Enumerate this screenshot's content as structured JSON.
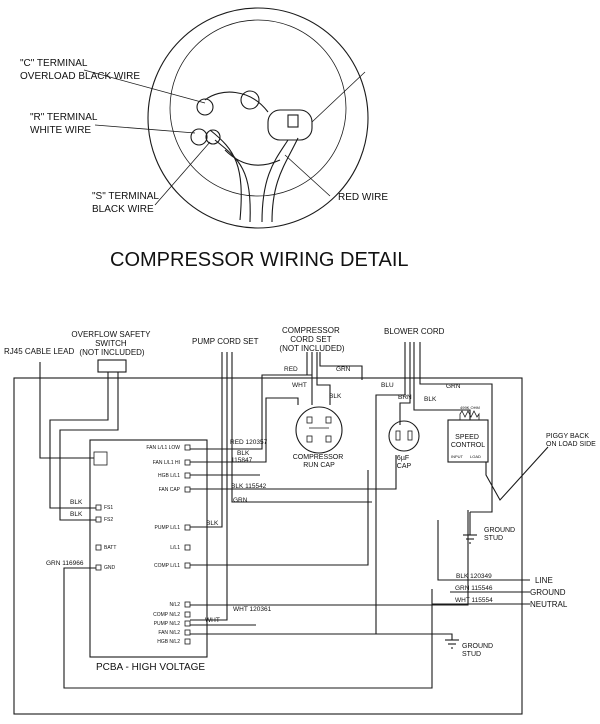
{
  "top": {
    "title": "COMPRESSOR WIRING DETAIL",
    "c_terminal": [
      "\"C\" TERMINAL",
      "OVERLOAD BLACK WIRE"
    ],
    "r_terminal": [
      "\"R\" TERMINAL",
      "WHITE WIRE"
    ],
    "s_terminal": [
      "\"S\" TERMINAL",
      "BLACK WIRE"
    ],
    "red_wire": "RED WIRE"
  },
  "bottom": {
    "rj45": "RJ45 CABLE LEAD",
    "overflow": [
      "OVERFLOW SAFETY",
      "SWITCH",
      "(NOT INCLUDED)"
    ],
    "pump_cord": "PUMP CORD SET",
    "comp_cord": [
      "COMPRESSOR",
      "CORD SET",
      "(NOT INCLUDED)"
    ],
    "blower_cord": "BLOWER CORD",
    "piggy": [
      "PIGGY BACK",
      "ON LOAD SIDE"
    ],
    "ground_stud_1": [
      "GROUND",
      "STUD"
    ],
    "ground_stud_2": [
      "GROUND",
      "STUD"
    ],
    "pcba": "PCBA - HIGH VOLTAGE",
    "run_cap": [
      "COMPRESSOR",
      "RUN CAP"
    ],
    "cap6": [
      "6µF",
      "CAP"
    ],
    "speed_control": [
      "SPEED",
      "CONTROL"
    ],
    "ohm": "499K OHM",
    "sc_input": "INPUT",
    "sc_load": "LOAD",
    "line": "LINE",
    "ground": "GROUND",
    "neutral": "NEUTRAL",
    "pcb_pins": [
      "FAN L/L1 LOW",
      "FAN L/L1 HI",
      "HGB L/L1",
      "FAN CAP",
      "FS1",
      "FS2",
      "BATT",
      "GND",
      "PUMP L/L1",
      "L/L1",
      "COMP L/L1",
      "N/L2",
      "COMP N/L2",
      "PUMP N/L2",
      "FAN N/L2",
      "HGB N/L2"
    ],
    "wire_labels": {
      "red_120357": "RED 120357",
      "blk_a": "BLK",
      "blk_115847": "115847",
      "blk_115542": "BLK 115542",
      "grn_a": "GRN",
      "blk_fs1": "BLK",
      "blk_fs2": "BLK",
      "blk_pump": "BLK",
      "grn_116966": "GRN 116966",
      "wht_120361": "WHT 120361",
      "wht": "WHT",
      "blk_120349": "BLK 120349",
      "grn_115546": "GRN 115546",
      "wht_115554": "WHT 115554",
      "red_cord": "RED",
      "wht_cord": "WHT",
      "blk_cord": "BLK",
      "grn_cord": "GRN",
      "blu": "BLU",
      "brn": "BRN",
      "blk_blower": "BLK",
      "grn_blower": "GRN"
    }
  }
}
